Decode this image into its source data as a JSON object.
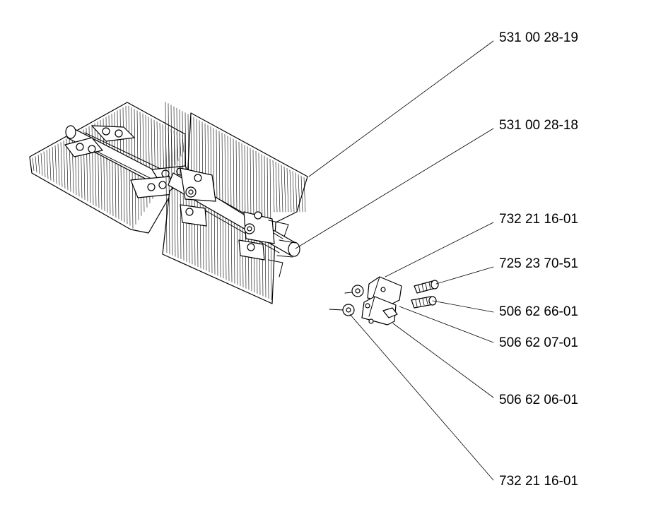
{
  "callouts": [
    {
      "part_number": "531 00 28-19",
      "target": "brush-segment"
    },
    {
      "part_number": "531 00 28-18",
      "target": "brush-shaft"
    },
    {
      "part_number": "732 21 16-01",
      "target": "upper-nut"
    },
    {
      "part_number": "725 23 70-51",
      "target": "upper-bolt"
    },
    {
      "part_number": "506 62 66-01",
      "target": "lower-bolt"
    },
    {
      "part_number": "506 62 07-01",
      "target": "upper-clamp"
    },
    {
      "part_number": "506 62 06-01",
      "target": "lower-clamp"
    },
    {
      "part_number": "732 21 16-01",
      "target": "lower-nut"
    }
  ],
  "colors": {
    "ink": "#000000",
    "paper": "#ffffff"
  }
}
